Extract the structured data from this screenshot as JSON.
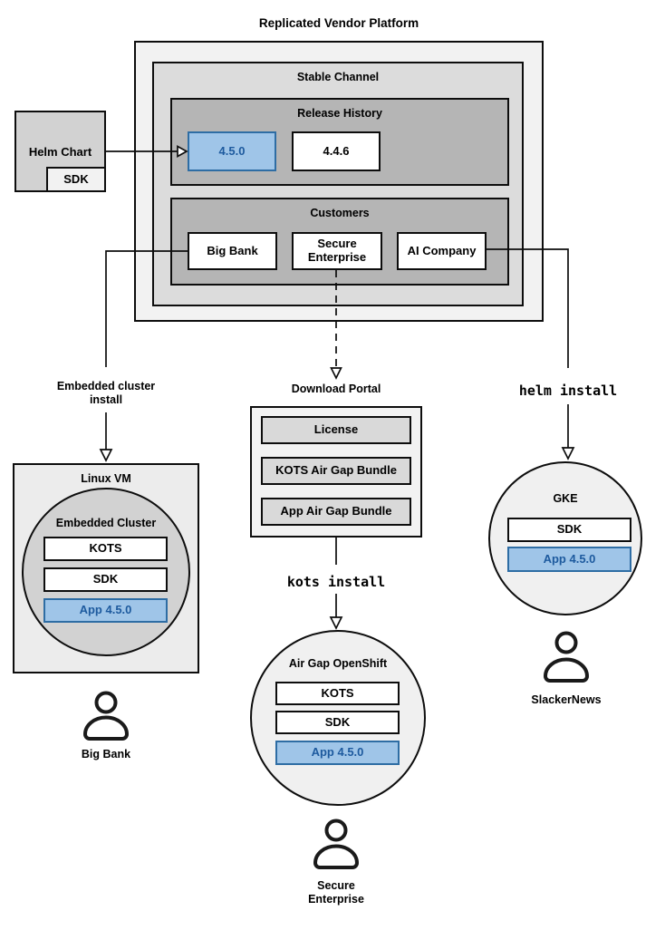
{
  "title": "Replicated Vendor Platform",
  "platform": {
    "stable_channel": {
      "label": "Stable Channel",
      "release_history": {
        "label": "Release History",
        "releases": [
          "4.5.0",
          "4.4.6"
        ],
        "highlighted_release": "4.5.0"
      },
      "customers": {
        "label": "Customers",
        "items": [
          "Big Bank",
          "Secure Enterprise",
          "AI Company"
        ]
      }
    }
  },
  "helm_chart": {
    "label": "Helm Chart",
    "sdk": "SDK"
  },
  "connectors": {
    "embedded_install": "Embedded cluster\ninstall",
    "helm_install": "helm install",
    "kots_install": "kots install"
  },
  "download_portal": {
    "label": "Download Portal",
    "items": [
      "License",
      "KOTS Air Gap Bundle",
      "App Air Gap Bundle"
    ]
  },
  "deployments": {
    "linux_vm": {
      "label": "Linux VM",
      "cluster_label": "Embedded Cluster",
      "components": [
        "KOTS",
        "SDK",
        "App 4.5.0"
      ]
    },
    "air_gap_openshift": {
      "label": "Air Gap OpenShift",
      "components": [
        "KOTS",
        "SDK",
        "App 4.5.0"
      ]
    },
    "gke": {
      "label": "GKE",
      "components": [
        "SDK",
        "App 4.5.0"
      ]
    }
  },
  "personas": {
    "big_bank": "Big Bank",
    "secure_enterprise": "Secure\nEnterprise",
    "slackernews": "SlackerNews"
  },
  "colors": {
    "highlight_fill": "#9fc5e8",
    "highlight_border": "#2e6da4",
    "highlight_text": "#1d5a9e"
  }
}
